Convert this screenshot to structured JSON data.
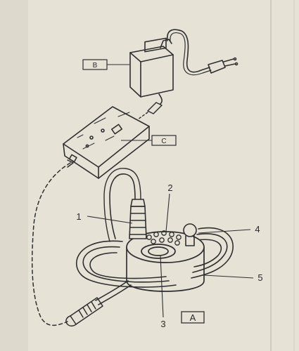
{
  "labels": {
    "b": "B",
    "c": "C",
    "a": "A",
    "n1": "1",
    "n2": "2",
    "n3": "3",
    "n4": "4",
    "n5": "5"
  },
  "colors": {
    "paper": "#e6e2d6",
    "ink": "#2f2f2f"
  }
}
